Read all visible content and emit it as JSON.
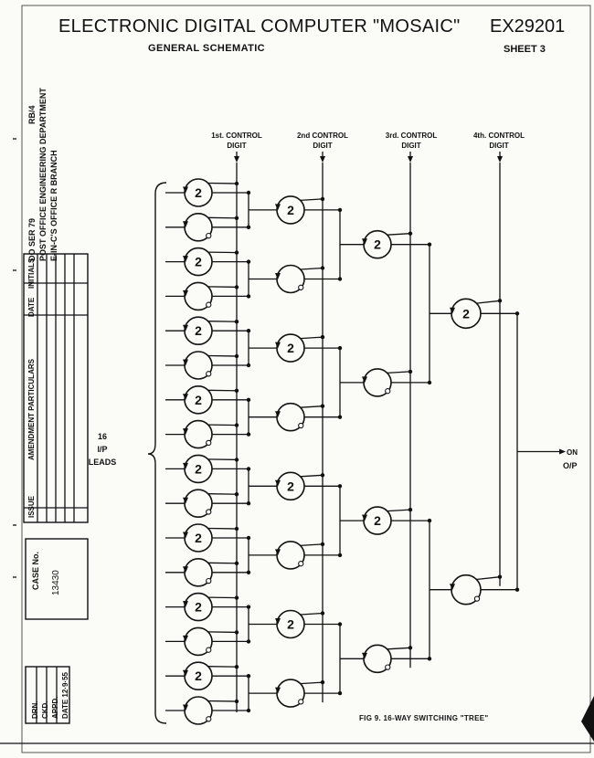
{
  "header": {
    "title": "ELECTRONIC DIGITAL COMPUTER \"MOSAIC\"",
    "drawing_number": "EX29201",
    "subtitle": "GENERAL SCHEMATIC",
    "sheet": "SHEET 3"
  },
  "sidebar": {
    "reference": "RB/4",
    "line1": "DO SER 79",
    "line2": "POST OFFICE ENGINEERING DEPARTMENT",
    "line3": "E-IN-C'S OFFICE  R  BRANCH"
  },
  "amendments": {
    "issue": "ISSUE",
    "particulars": "AMENDMENT PARTICULARS",
    "date": "DATE",
    "initials": "INITIALS"
  },
  "case": {
    "label": "CASE No.",
    "number": "13430"
  },
  "signoff": {
    "drn": "DRN.",
    "ckd": "CKD.",
    "appd": "APPD.",
    "date": "DATE 12·9·55"
  },
  "control_digits": [
    {
      "ordinal": "1st.",
      "line1": "CONTROL",
      "line2": "DIGIT"
    },
    {
      "ordinal": "2nd",
      "line1": "CONTROL",
      "line2": "DIGIT"
    },
    {
      "ordinal": "3rd.",
      "line1": "CONTROL",
      "line2": "DIGIT"
    },
    {
      "ordinal": "4th.",
      "line1": "CONTROL",
      "line2": "DIGIT"
    }
  ],
  "inputs": {
    "count": "16",
    "ip": "I/P",
    "leads": "LEADS"
  },
  "output": {
    "on": "ON",
    "op": "O/P"
  },
  "gate_label": "2",
  "caption": "FIG 9. 16-WAY SWITCHING \"TREE\""
}
